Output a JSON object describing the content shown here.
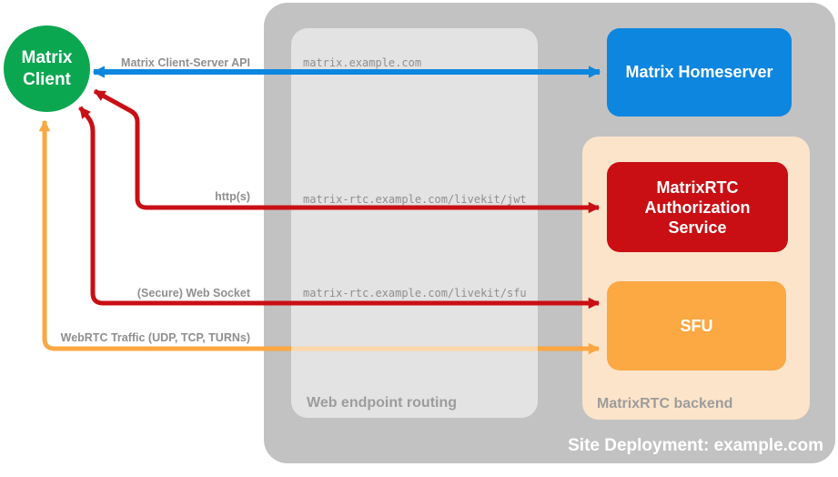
{
  "colors": {
    "client-green": "#0ba750",
    "homeserver-blue": "#0d86e0",
    "auth-red": "#c90f14",
    "sfu-orange": "#fca843",
    "arrow-orange": "#fba742",
    "backend-peach": "#fce4ca",
    "site-gray": "#c2c2c2"
  },
  "nodes": {
    "client": {
      "line1": "Matrix",
      "line2": "Client"
    },
    "homeserver": {
      "label": "Matrix Homeserver"
    },
    "auth": {
      "label": "MatrixRTC Authorization Service"
    },
    "sfu": {
      "label": "SFU"
    }
  },
  "containers": {
    "site": {
      "label": "Site Deployment: example.com"
    },
    "routing": {
      "label": "Web endpoint routing"
    },
    "backend": {
      "label": "MatrixRTC backend"
    }
  },
  "endpoints": {
    "homeserver": "matrix.example.com",
    "jwt": "matrix-rtc.example.com/livekit/jwt",
    "sfu": "matrix-rtc.example.com/livekit/sfu"
  },
  "connections": {
    "client_server_api": {
      "label": "Matrix Client-Server API"
    },
    "https": {
      "label": "http(s)"
    },
    "websocket": {
      "label": "(Secure) Web Socket"
    },
    "webrtc": {
      "label": "WebRTC Traffic (UDP, TCP, TURNs)"
    }
  }
}
